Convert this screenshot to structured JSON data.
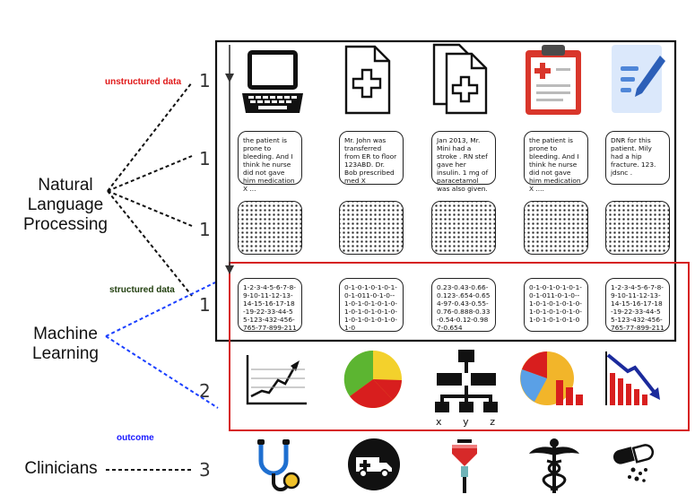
{
  "labels": {
    "unstructured": "unstructured data",
    "structured": "structured data",
    "outcome": "outcome",
    "nlp_line1": "Natural",
    "nlp_line2": "Language",
    "nlp_line3": "Processing",
    "ml_line1": "Machine",
    "ml_line2": "Learning",
    "clinicians": "Clinicians"
  },
  "stage_numbers": {
    "row1": "1",
    "row2": "1",
    "row3": "1",
    "row4": "1",
    "row5": "2",
    "row6": "3"
  },
  "xyz": [
    "x",
    "y",
    "z"
  ],
  "notes": [
    "the patient is prone to bleeding. And I think he nurse did not gave him medication X ...",
    "Mr. John was transferred from ER to floor 123ABD. Dr. Bob prescribed med X",
    "Jan 2013, Mr. Mini had a stroke . RN stef gave her insulin. 1 mg of paracetamol was also given.",
    "the patient is prone to bleeding. And I think he nurse did not gave him medication X ....",
    "DNR for this patient. Mily had a hip fracture. 123. jdsnc ."
  ],
  "vectors": [
    "1-2-3-4-5-6-7-8-9-10-11-12-13-14-15-16-17-18-19-22-33-44-55-123-432-456-765-77-899-211",
    "0-1-0-1-0-1-0-1-0-1-011-0-1-0--1-0-1-0-1-0-1-0-1-0-1-0-1-0-1-0-1-0-1-0-1-0-1-0-1-0",
    "0.23-0.43-0.66-0.123-.654-0.654-97-0.43-0.55-0.76-0.888-0.33-0.54-0.12-0.987-0.654",
    "0-1-0-1-0-1-0-1-0-1-011-0-1-0--1-0-1-0-1-0-1-0-1-0-1-0-1-0-1-0-1-0-1-0-1-0-1-0",
    "1-2-3-4-5-6-7-8-9-10-11-12-13-14-15-16-17-18-19-22-33-44-55-123-432-456-765-77-899-211"
  ],
  "icons": {
    "row1": [
      "laptop-icon",
      "medical-document-icon",
      "medical-documents-icon",
      "medical-clipboard-icon",
      "note-pen-icon"
    ],
    "row5": [
      "line-chart-icon",
      "pie-chart-icon",
      "tree-diagram-icon",
      "pie-bar-chart-icon",
      "declining-chart-icon"
    ],
    "row6": [
      "stethoscope-icon",
      "ambulance-icon",
      "iv-drip-icon",
      "caduceus-icon",
      "pills-icon"
    ]
  },
  "colors": {
    "unstructured_label": "#e01818",
    "structured_label": "#1f3d0c",
    "outcome_label": "#1a1aff",
    "ml_box": "#d62020",
    "ml_lines": "#1a3fff"
  }
}
